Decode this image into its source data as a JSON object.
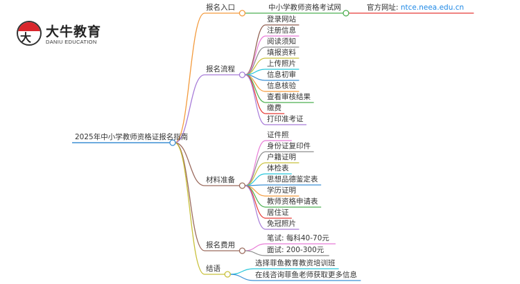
{
  "logo": {
    "badge_glyph": "大牛",
    "name_cn": "大牛教育",
    "name_en": "DANIU EDUCATION"
  },
  "mindmap": {
    "root": {
      "label": "2025年中小学教师资格证报名指南",
      "color": "#3b8fd4"
    },
    "branches": [
      {
        "label": "报名入口",
        "color": "#f39a3c",
        "children": [
          {
            "label": "中小学教师资格考试网",
            "color": "#4caf50",
            "children": [
              {
                "label_prefix": "官方网址: ",
                "label_link": "ntce.neea.edu.cn",
                "color": "#e53935"
              }
            ]
          }
        ]
      },
      {
        "label": "报名流程",
        "color": "#a77bd8",
        "children": [
          {
            "label": "登录网站",
            "color": "#8d5b4c"
          },
          {
            "label": "注册信息",
            "color": "#e87ad6"
          },
          {
            "label": "阅读须知",
            "color": "#8c8c8c"
          },
          {
            "label": "填报资料",
            "color": "#c8c03a"
          },
          {
            "label": "上传照片",
            "color": "#26c6da"
          },
          {
            "label": "信息初审",
            "color": "#3b8fd4"
          },
          {
            "label": "信息核验",
            "color": "#f39a3c"
          },
          {
            "label": "查看审核结果",
            "color": "#4caf50"
          },
          {
            "label": "缴费",
            "color": "#e53935"
          },
          {
            "label": "打印准考证",
            "color": "#a77bd8"
          }
        ]
      },
      {
        "label": "材料准备",
        "color": "#9b6b5e",
        "children": [
          {
            "label": "证件照",
            "color": "#e87ad6"
          },
          {
            "label": "身份证复印件",
            "color": "#8c8c8c"
          },
          {
            "label": "户籍证明",
            "color": "#c8c03a"
          },
          {
            "label": "体检表",
            "color": "#26c6da"
          },
          {
            "label": "思想品德鉴定表",
            "color": "#3b8fd4"
          },
          {
            "label": "学历证明",
            "color": "#f39a3c"
          },
          {
            "label": "教师资格申请表",
            "color": "#4caf50"
          },
          {
            "label": "居住证",
            "color": "#e53935"
          },
          {
            "label": "免冠照片",
            "color": "#a77bd8"
          }
        ]
      },
      {
        "label": "报名费用",
        "color": "#9b6b5e",
        "children": [
          {
            "label": "笔试: 每科40-70元",
            "color": "#e87ad6"
          },
          {
            "label": "面试: 200-300元",
            "color": "#8c8c8c"
          }
        ]
      },
      {
        "label": "结语",
        "color": "#c8c03a",
        "children": [
          {
            "label": "选择菲鱼教育教资培训班",
            "color": "#26c6da"
          },
          {
            "label": "在线咨询菲鱼老师获取更多信息",
            "color": "#3b8fd4"
          }
        ]
      }
    ]
  }
}
